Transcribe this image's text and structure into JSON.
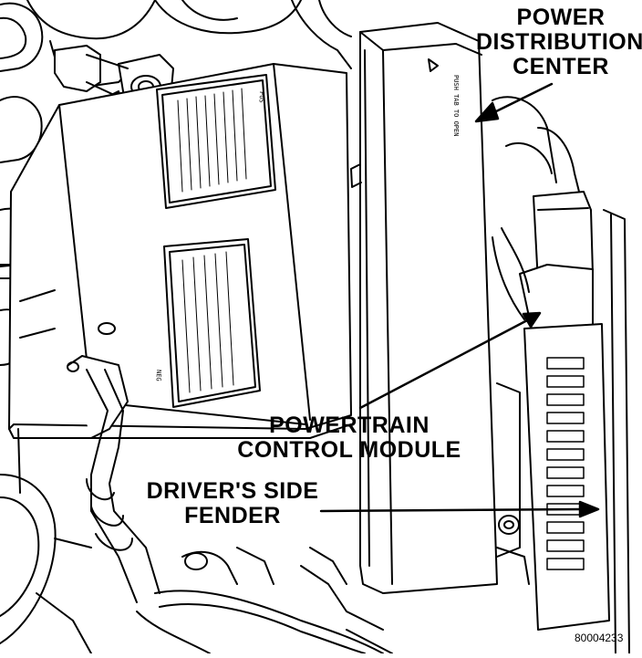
{
  "labels": {
    "pdc_line1": "POWER",
    "pdc_line2": "DISTRIBUTION",
    "pdc_line3": "CENTER",
    "pcm_line1": "POWERTRAIN",
    "pcm_line2": "CONTROL MODULE",
    "fender_line1": "DRIVER'S SIDE",
    "fender_line2": "FENDER"
  },
  "figure_id": "80004233",
  "decals": {
    "pos_mark": "POS",
    "neg_mark": "NEG",
    "push_tab": "PUSH TAB TO OPEN"
  }
}
